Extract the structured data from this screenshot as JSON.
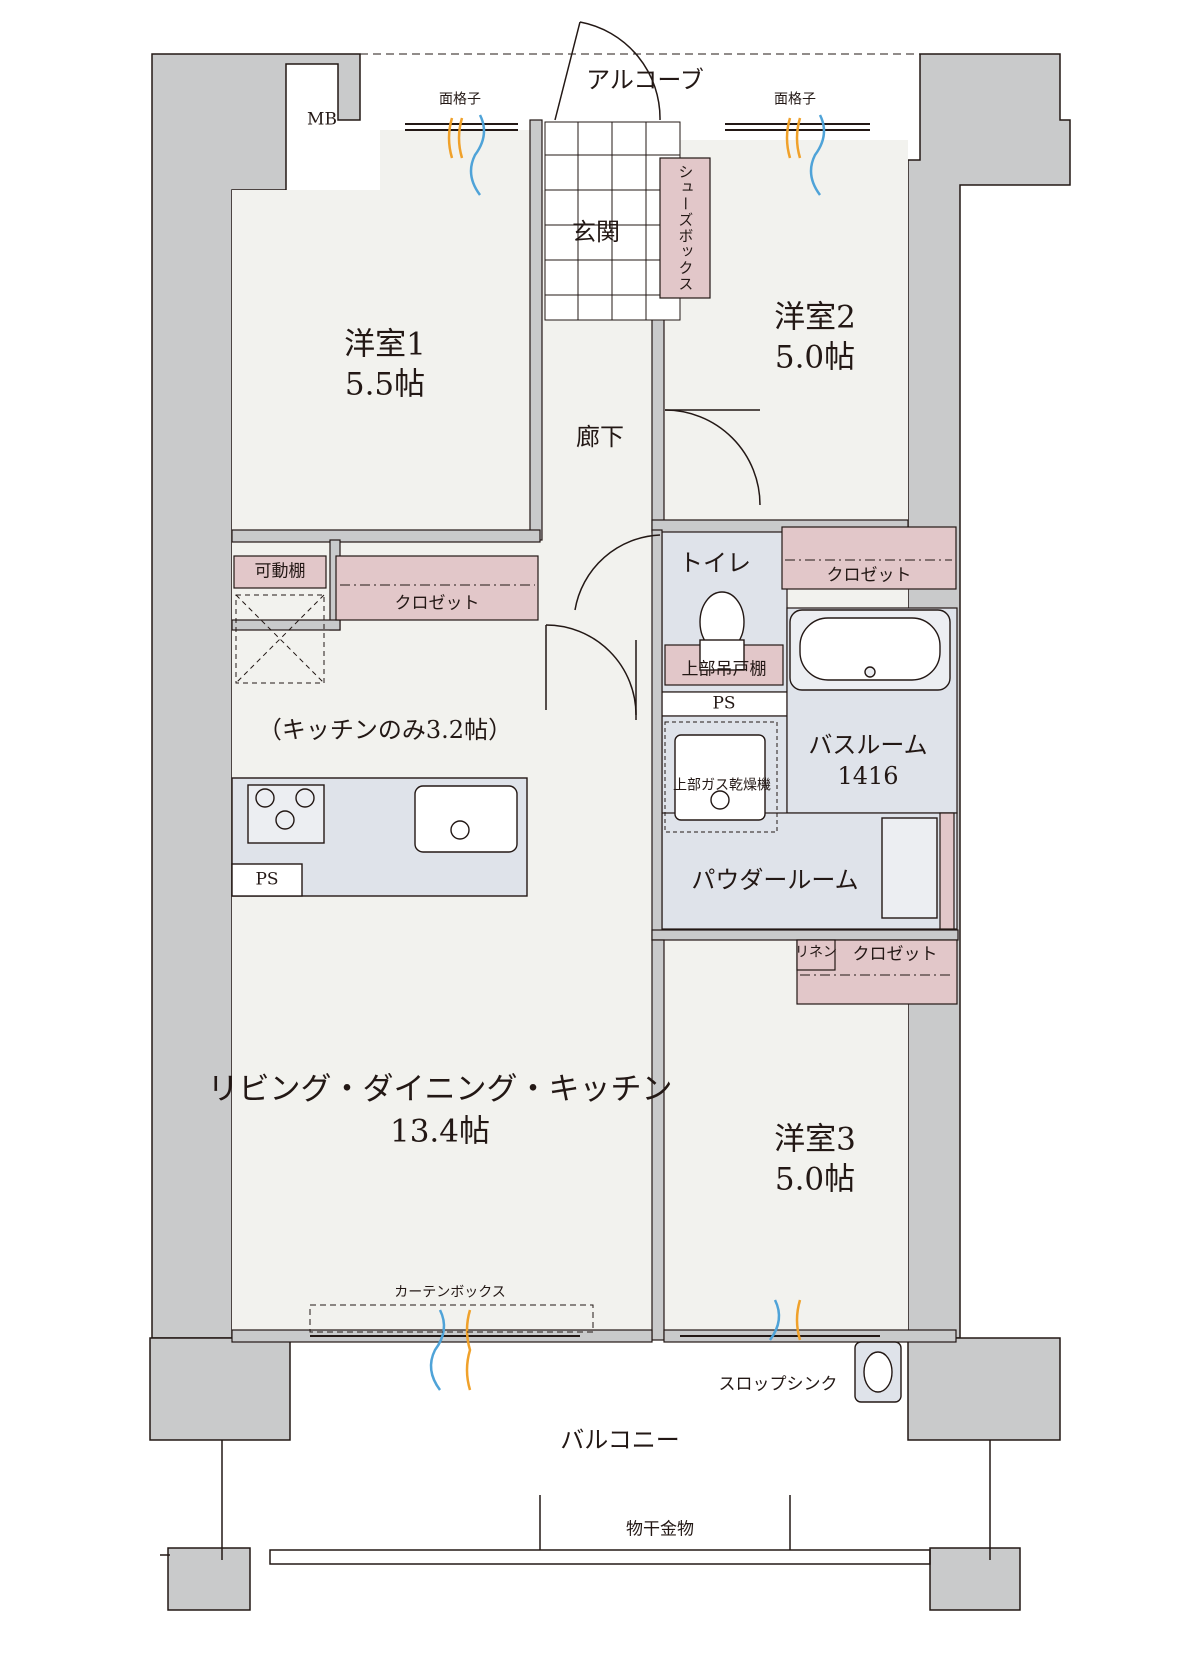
{
  "rooms": {
    "western1": {
      "name": "洋室1",
      "size": "5.5帖"
    },
    "western2": {
      "name": "洋室2",
      "size": "5.0帖"
    },
    "western3": {
      "name": "洋室3",
      "size": "5.0帖"
    },
    "ldk": {
      "name": "リビング・ダイニング・キッチン",
      "size": "13.4帖"
    },
    "kitchen_note": "（キッチンのみ3.2帖）",
    "entrance": "玄関",
    "hallway": "廊下",
    "toilet": "トイレ",
    "bathroom": {
      "name": "バスルーム",
      "size": "1416"
    },
    "powder_room": "パウダールーム",
    "balcony": "バルコニー",
    "alcove": "アルコーブ"
  },
  "fixtures": {
    "mb": "MB",
    "lattice_left": "面格子",
    "lattice_right": "面格子",
    "shoe_box": "シューズボックス",
    "movable_shelf": "可動棚",
    "closet_w1": "クロゼット",
    "closet_w2": "クロゼット",
    "closet_w3": "クロゼット",
    "linen": "リネン",
    "upper_shelf": "上部吊戸棚",
    "ps_toilet": "PS",
    "ps_kitchen": "PS",
    "gas_dryer": "上部ガス乾燥機",
    "curtain_box": "カーテンボックス",
    "slop_sink": "スロップシンク",
    "drying_rack": "物干金物"
  },
  "colors": {
    "wall": "#c9cacb",
    "floor": "#f2f2ee",
    "wet_area": "#dfe3ea",
    "closet": "#e2c7c9",
    "line": "#231815",
    "vent_blue": "#4fa3d8",
    "vent_orange": "#f0a12a"
  }
}
